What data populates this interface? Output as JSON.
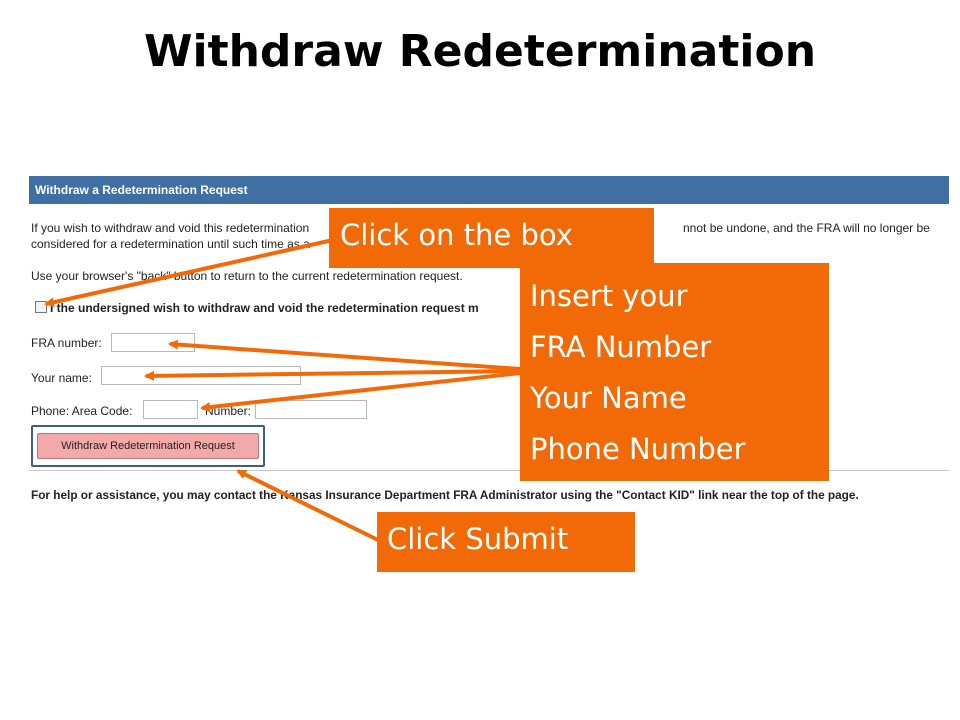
{
  "slide": {
    "title": "Withdraw Redetermination"
  },
  "form": {
    "panel_title": "Withdraw a Redetermination Request",
    "intro_line1_start": "If you wish to withdraw and void this redetermination",
    "intro_line1_end": "nnot be undone, and the FRA will no longer be",
    "intro_line2": "considered for a redetermination until such time as a",
    "back_instruction": "Use your browser's \"back\" button to return to the current redetermination request.",
    "checkbox_label": "I the undersigned wish to withdraw and void the redetermination request m",
    "fra_number_label": "FRA number:",
    "your_name_label": "Your name:",
    "phone_area_label": "Phone: Area Code:",
    "phone_number_label": "Number:",
    "submit_label": "Withdraw Redetermination Request",
    "help_text": "For help or assistance, you may contact the Kansas Insurance Department FRA Administrator using the \"Contact KID\" link near the top of the page."
  },
  "callouts": {
    "click_box": "Click on the box",
    "insert_lines": [
      "Insert your",
      "FRA Number",
      "Your Name",
      "Phone Number"
    ],
    "click_submit": "Click Submit"
  },
  "colors": {
    "callout": "#f26a07",
    "panel_header": "#3f6fa3",
    "submit_button": "#f3a9aa"
  }
}
